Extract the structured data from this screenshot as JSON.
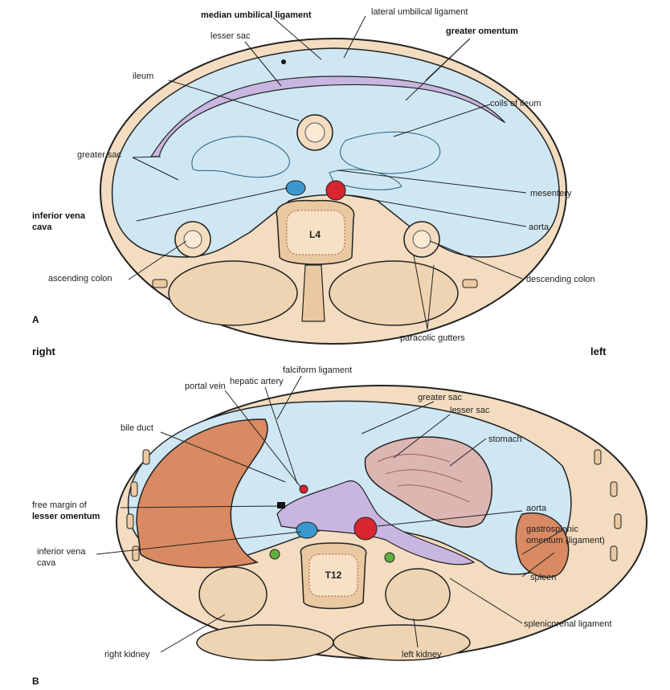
{
  "panel_a": {
    "letter": "A",
    "vertebra": "L4",
    "labels": {
      "median_umbilical_ligament": "median umbilical ligament",
      "lateral_umbilical_ligament": "lateral umbilical ligament",
      "lesser_sac": "lesser sac",
      "greater_omentum": "greater omentum",
      "ileum": "ileum",
      "coils_of_ileum": "coils of ileum",
      "greater_sac": "greater sac",
      "mesentery": "mesentery",
      "inferior_vena_cava_line1": "inferior vena",
      "inferior_vena_cava_line2": "cava",
      "aorta": "aorta",
      "ascending_colon": "ascending colon",
      "descending_colon": "descending colon",
      "paracolic_gutters": "paracolic gutters"
    }
  },
  "sides": {
    "right": "right",
    "left": "left"
  },
  "panel_b": {
    "letter": "B",
    "vertebra": "T12",
    "labels": {
      "falciform_ligament": "falciform ligament",
      "hepatic_artery": "hepatic artery",
      "portal_vein": "portal vein",
      "greater_sac": "greater sac",
      "bile_duct": "bile duct",
      "lesser_sac": "lesser sac",
      "stomach": "stomach",
      "free_margin_line1": "free margin of",
      "free_margin_line2": "lesser omentum",
      "aorta": "aorta",
      "gastrosplenic_line1": "gastrosplenic",
      "gastrosplenic_line2": "omentum (ligament)",
      "inferior_vena_cava_line1": "inferior vena",
      "inferior_vena_cava_line2": "cava",
      "spleen": "spleen",
      "splenicorenal_ligament": "splenicorenal ligament",
      "right_kidney": "right kidney",
      "left_kidney": "left kidney"
    }
  },
  "colors": {
    "peritoneal_cavity": "#cfe7f3",
    "body_wall": "#f4dcc0",
    "bone": "#e9c9a2",
    "omentum": "#c9b6e0",
    "liver": "#d98a62",
    "aorta": "#d8262e",
    "ivc": "#3b98cf",
    "stomach": "#dcb6b1",
    "kidney": "#eed4b2"
  }
}
